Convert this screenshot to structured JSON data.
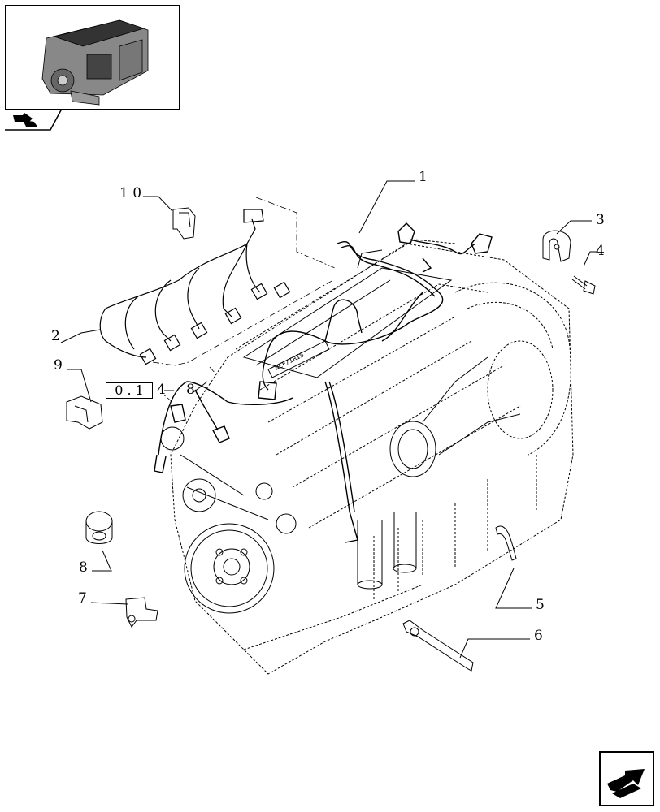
{
  "diagram": {
    "ref_box": "0 . 1",
    "callouts": {
      "c1": "1",
      "c2": "2",
      "c3": "3",
      "c4": "4",
      "c4b": "4",
      "c5": "5",
      "c6": "6",
      "c7": "7",
      "c8": "8",
      "c8b": "8",
      "c9": "9",
      "c10": "1 0"
    },
    "engine_brand": "NEF/IRIS"
  },
  "icons": {
    "thumbnail": "engine-thumbnail-icon",
    "back_tab": "back-tab-icon",
    "next_page": "next-page-arrow-icon"
  },
  "colors": {
    "line": "#000000",
    "background": "#ffffff"
  }
}
